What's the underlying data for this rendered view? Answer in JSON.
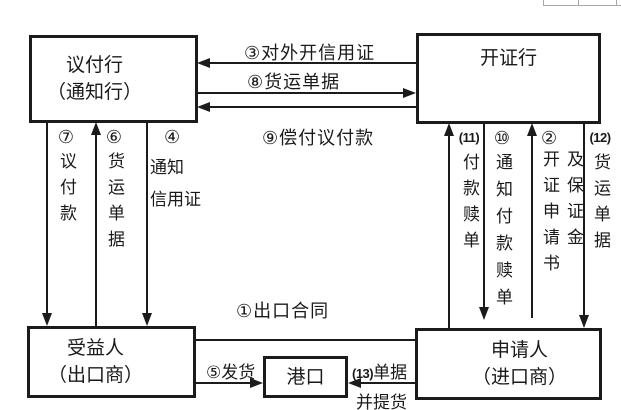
{
  "diagram_title": "letter-of-credit-settlement-process",
  "colors": {
    "line": "#1b1b1b",
    "background": "#ffffff"
  },
  "boxes": {
    "negotiating_bank": {
      "title": "议付行",
      "subtitle": "（通知行）"
    },
    "issuing_bank": {
      "title": "开证行"
    },
    "beneficiary": {
      "title": "受益人",
      "subtitle": "（出口商）"
    },
    "applicant": {
      "title": "申请人",
      "subtitle": "（进口商）"
    },
    "port": {
      "title": "港口"
    }
  },
  "flows": {
    "open_lc": {
      "num": "③",
      "label": "对外开信用证"
    },
    "shipping_docs_to_issuer": {
      "num": "⑧",
      "label": "货运单据"
    },
    "reimburse_negotiated": {
      "num": "⑨",
      "label": "偿付议付款"
    },
    "negotiate_payment": {
      "num": "⑦",
      "label": "议付款"
    },
    "shipping_docs_to_negotiator": {
      "num": "⑥",
      "label": "货运单据"
    },
    "advise_lc": {
      "num": "④",
      "line1": "通知",
      "line2": "信用证"
    },
    "pay_redeem_docs": {
      "num": "(11)",
      "label": "付款赎单"
    },
    "notify_pay_redeem": {
      "num": "⑩",
      "label": "通知付款赎单"
    },
    "lc_application": {
      "num": "②",
      "col1": "开证申请书",
      "col2": "及保证金"
    },
    "shipping_docs_to_applicant": {
      "num": "(12)",
      "label": "货运单据"
    },
    "export_contract": {
      "num": "①",
      "label": "出口合同"
    },
    "ship_goods": {
      "num": "⑤",
      "label": "发货"
    },
    "docs_pick_goods": {
      "num": "(13)",
      "line1": "单据",
      "line2": "并提货"
    }
  }
}
